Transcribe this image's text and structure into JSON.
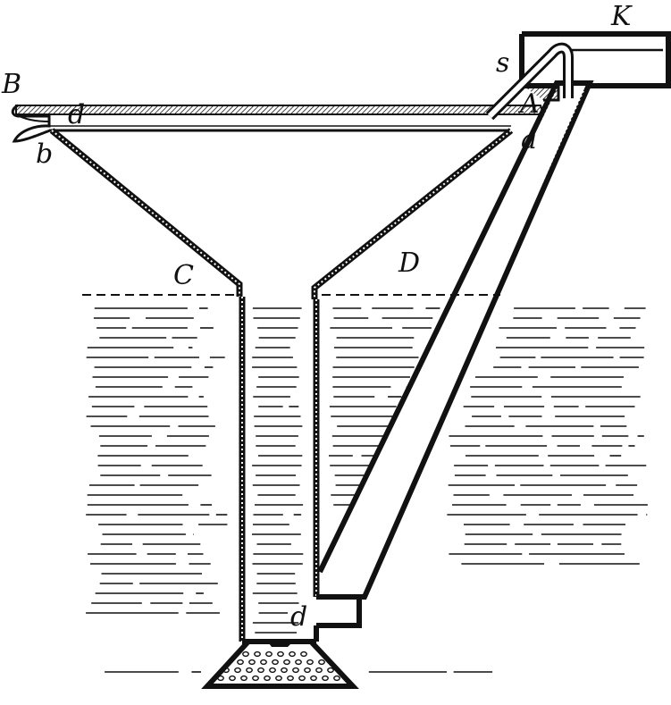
{
  "diagram": {
    "labels": {
      "B": "B",
      "d_top": "d",
      "b": "b",
      "s": "s",
      "K": "K",
      "A": "A",
      "a": "a",
      "C": "C",
      "D": "D",
      "d_bottom": "d"
    },
    "colors": {
      "ink": "#111111",
      "background": "#ffffff"
    }
  }
}
